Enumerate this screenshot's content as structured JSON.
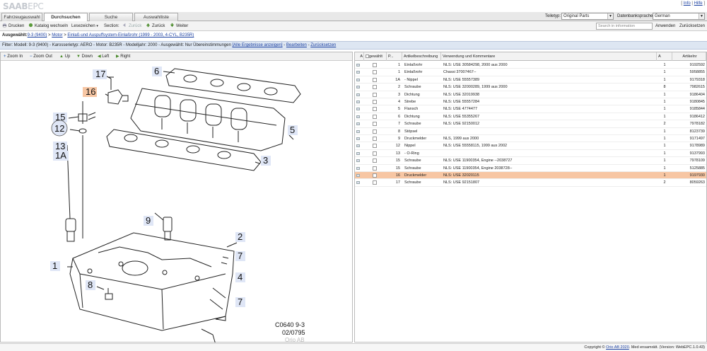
{
  "app": {
    "logo_bold": "SAAB",
    "logo_light": "EPC",
    "top_links": [
      "Info",
      "Hilfe"
    ]
  },
  "tabs": [
    {
      "label": "Fahrzeugauswahl",
      "active": false
    },
    {
      "label": "Durchsuchen",
      "active": true
    },
    {
      "label": "Suche",
      "active": false
    },
    {
      "label": "Auswahlliste",
      "active": false
    }
  ],
  "selectors": {
    "teiletyp_label": "Teiletyp:",
    "teiletyp_value": "Original Parts",
    "language_label": "Datenbanksprache:",
    "language_value": "German"
  },
  "toolbar": {
    "print": "Drucken",
    "change_catalog": "Katalog wechseln",
    "bookmarks": "Lesezeichen",
    "section": "Section:",
    "back_disabled": "Zurück",
    "back": "Zurück",
    "forward": "Weiter",
    "search_placeholder": "Search in information",
    "apply": "Anwenden",
    "reset": "Zurücksetzen"
  },
  "breadcrumb": {
    "label": "Ausgewählt:",
    "model": "9-3 (9400)",
    "sep1": " > ",
    "group": "Motor",
    "sep2": " > ",
    "section": "Einlaß-und Auspuffsystem-Einlaßrohr (1999 - 2003, 4-CYL, B235R)"
  },
  "filter": {
    "text": "Filter: Modell: 9-3 (9400) - Karosserietyp: AERO - Motor: B235R - Modelljahr: 2000 - Ausgewählt: Nur Übereinstimmungen",
    "show_all": "[Alle Ergebnisse anzeigen]",
    "edit": "Bearbeiten",
    "sep": " - ",
    "reset": "Zurücksetzen"
  },
  "viewbar": {
    "zoom_in": "Zoom In",
    "zoom_out": "Zoom Out",
    "up": "Up",
    "down": "Down",
    "left": "Left",
    "right": "Right"
  },
  "drawing": {
    "callouts": [
      "17",
      "16",
      "6",
      "15",
      "12",
      "13",
      "1A",
      "9",
      "5",
      "3",
      "2",
      "7",
      "1",
      "4",
      "8",
      "7"
    ],
    "code": "C0640 9-3",
    "date": "02/0795",
    "watermark": "Orio AB"
  },
  "table": {
    "headers": [
      "A",
      "gewählt",
      "P...",
      "Artikelbeschreibung",
      "Verwendung und Kommentare",
      "A",
      "Artikelnr"
    ],
    "rows": [
      {
        "pos": "1",
        "desc": "Einlaßrohr",
        "comment": "NLS: USE 30584298, 2000 aus 2000",
        "qty": "1",
        "part": "9192592",
        "selected": false
      },
      {
        "pos": "1",
        "desc": "Einlaßrohr",
        "comment": "Chassi 37007467--",
        "qty": "1",
        "part": "5958855",
        "selected": false
      },
      {
        "pos": "1A",
        "desc": "- Nippel",
        "comment": "NLS: USE 55557389",
        "qty": "1",
        "part": "9179318",
        "selected": false
      },
      {
        "pos": "2",
        "desc": "Schraube",
        "comment": "NLS: USE 32000289, 1999 aus 2000",
        "qty": "8",
        "part": "7982615",
        "selected": false
      },
      {
        "pos": "3",
        "desc": "Dichtung",
        "comment": "NLS: USE 32019938",
        "qty": "1",
        "part": "9186404",
        "selected": false
      },
      {
        "pos": "4",
        "desc": "Strebe",
        "comment": "NLS: USE 55557284",
        "qty": "1",
        "part": "9180845",
        "selected": false
      },
      {
        "pos": "5",
        "desc": "Flansch",
        "comment": "NLS: USE 4774477",
        "qty": "1",
        "part": "9185844",
        "selected": false
      },
      {
        "pos": "6",
        "desc": "Dichtung",
        "comment": "NLS: USE 55355267",
        "qty": "1",
        "part": "9186412",
        "selected": false
      },
      {
        "pos": "7",
        "desc": "Schraube",
        "comment": "NLS: USE 92150012",
        "qty": "2",
        "part": "7978182",
        "selected": false
      },
      {
        "pos": "8",
        "desc": "Stöpsel",
        "comment": "",
        "qty": "1",
        "part": "8123739",
        "selected": false
      },
      {
        "pos": "9",
        "desc": "Druckmelder",
        "comment": "NLS, 1999 aus 2000",
        "qty": "1",
        "part": "9171497",
        "selected": false
      },
      {
        "pos": "12",
        "desc": "Nippel",
        "comment": "NLS: USE 55558115, 1999 aus 2002",
        "qty": "1",
        "part": "9178989",
        "selected": false
      },
      {
        "pos": "13",
        "desc": "- O-Ring",
        "comment": "",
        "qty": "1",
        "part": "9137993",
        "selected": false
      },
      {
        "pos": "15",
        "desc": "Schraube",
        "comment": "NLS: USE 11900354, Engine --2038727",
        "qty": "1",
        "part": "7978109",
        "selected": false
      },
      {
        "pos": "15",
        "desc": "Schraube",
        "comment": "NLS: USE 11900354, Engine 2038728--",
        "qty": "1",
        "part": "5125885",
        "selected": false
      },
      {
        "pos": "16",
        "desc": "Druckmelder",
        "comment": "NLS: USE 32020115",
        "qty": "1",
        "part": "9197930",
        "selected": true
      },
      {
        "pos": "17",
        "desc": "Schraube",
        "comment": "NLS: USE 92151807",
        "qty": "2",
        "part": "8059263",
        "selected": false
      }
    ]
  },
  "footer": {
    "prefix": "Copyright © ",
    "company": "Orio AB 2020",
    "suffix": ". Med ensamrätt. (Version: WebEPC.1.0.43)"
  }
}
